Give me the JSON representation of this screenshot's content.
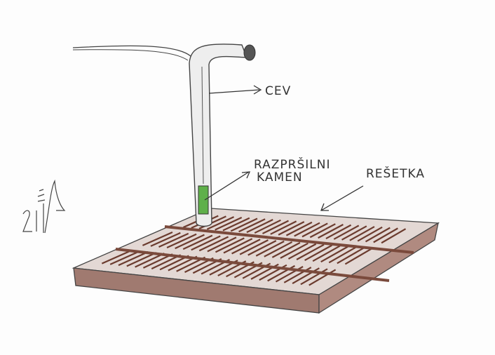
{
  "labels": {
    "pipe": "CEV",
    "stone_line1": "RAZPRŠILNI",
    "stone_line2": "KAMEN",
    "grate": "REŠETKA"
  },
  "signature": "21/10",
  "colors": {
    "grate": "#8a5a4c",
    "stone": "#5fb04a",
    "ink": "#333333"
  }
}
